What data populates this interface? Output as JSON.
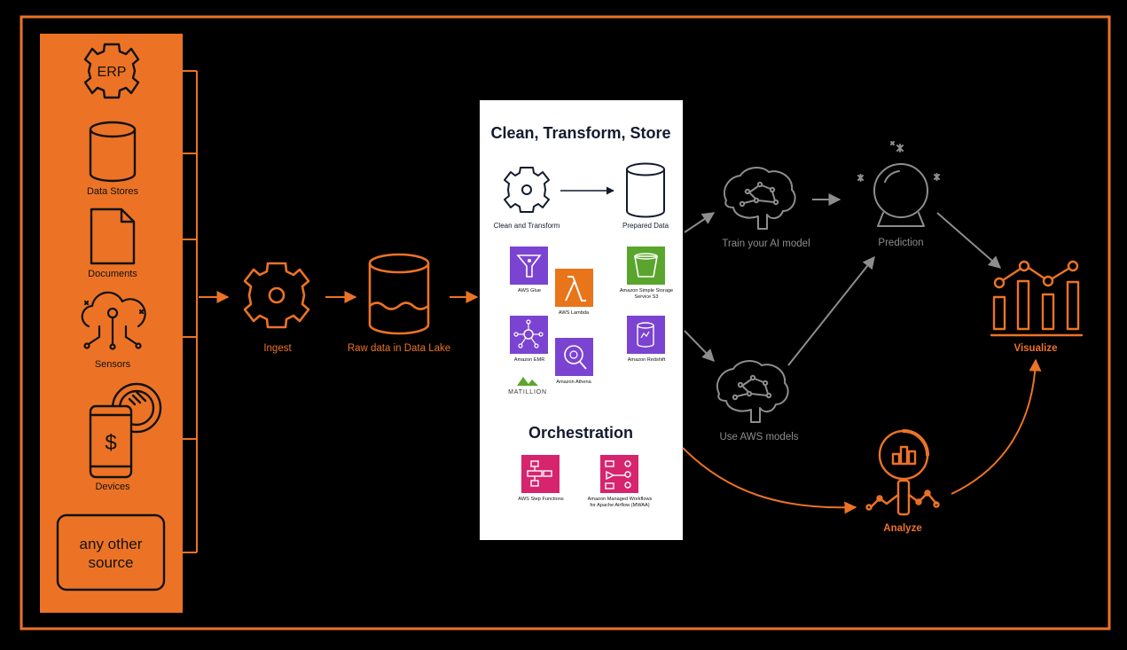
{
  "sources": {
    "erp": "ERP",
    "data_stores": "Data Stores",
    "documents": "Documents",
    "sensors": "Sensors",
    "devices": "Devices",
    "currency_symbol": "$",
    "other_line1": "any other",
    "other_line2": "source"
  },
  "pipeline": {
    "ingest": "Ingest",
    "raw_data": "Raw data in Data Lake"
  },
  "panel": {
    "title": "Clean, Transform, Store",
    "clean_transform": "Clean and Transform",
    "prepared_data": "Prepared Data",
    "services": {
      "glue": "AWS Glue",
      "lambda": "AWS Lambda",
      "s3_line1": "Amazon Simple Storage",
      "s3_line2": "Service S3",
      "emr": "Amazon EMR",
      "athena": "Amazon Athena",
      "redshift": "Amazon Redshift",
      "matillion": "MATILLION"
    },
    "orchestration_title": "Orchestration",
    "orchestration": {
      "step_functions": "AWS Step Functions",
      "mwaa_line1": "Amazon Managed Workflows",
      "mwaa_line2": "for Apache Airflow (MWAA)"
    }
  },
  "ml": {
    "train": "Train your AI model",
    "use_models": "Use AWS models",
    "prediction": "Prediction",
    "visualize": "Visualize",
    "analyze": "Analyze"
  },
  "colors": {
    "background": "#000000",
    "accent_orange": "#ec7325",
    "muted_gray": "#8d8d8d",
    "panel_white": "#ffffff",
    "navy": "#121a2e",
    "aws_purple": "#7b43d1",
    "aws_orange": "#e8751a",
    "aws_green": "#5aa52d",
    "aws_pink": "#d6246e"
  }
}
